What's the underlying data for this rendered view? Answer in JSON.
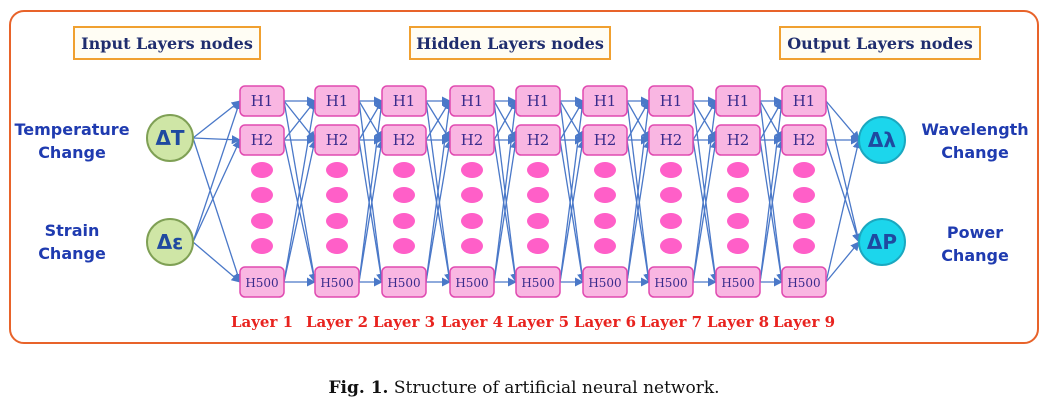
{
  "headers": {
    "input": "Input Layers nodes",
    "hidden": "Hidden Layers nodes",
    "output": "Output Layers nodes"
  },
  "inputs": [
    {
      "symbol": "ΔT",
      "label_line1": "Temperature",
      "label_line2": "Change"
    },
    {
      "symbol": "Δε",
      "label_line1": "Strain",
      "label_line2": "Change"
    }
  ],
  "outputs": [
    {
      "symbol": "Δλ",
      "label_line1": "Wavelength",
      "label_line2": "Change"
    },
    {
      "symbol": "ΔP",
      "label_line1": "Power",
      "label_line2": "Change"
    }
  ],
  "hidden_layers": [
    "Layer 1",
    "Layer 2",
    "Layer 3",
    "Layer 4",
    "Layer 5",
    "Layer 6",
    "Layer 7",
    "Layer 8",
    "Layer 9"
  ],
  "hidden_nodes": [
    "H1",
    "H2",
    "H500"
  ],
  "caption": {
    "prefix": "Fig. 1.",
    "text": "Structure of artificial neural network."
  },
  "colors": {
    "frame": "#e8632a",
    "header_border": "#f0a030",
    "node_fill": "#f9b6e2",
    "node_border": "#e04ab0",
    "dot_fill": "#ff5fc8",
    "input_fill": "#cfe6a6",
    "input_border": "#7fa055",
    "output_fill": "#1cd6ec",
    "output_border": "#1aa8c0",
    "arrow": "#4a78c8"
  }
}
